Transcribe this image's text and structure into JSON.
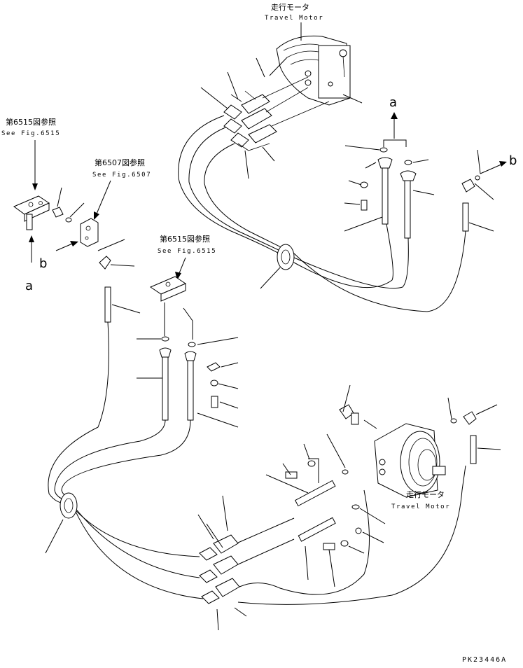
{
  "labels": {
    "motor_top_jp": "走行モータ",
    "motor_top_en": "Travel Motor",
    "motor_bottom_jp": "走行モータ",
    "motor_bottom_en": "Travel Motor",
    "ref_6515_a_jp": "第6515図参照",
    "ref_6515_a_en": "See Fig.6515",
    "ref_6507_jp": "第6507図参照",
    "ref_6507_en": "See Fig.6507",
    "ref_6515_b_jp": "第6515図参照",
    "ref_6515_b_en": "See Fig.6515",
    "arrow_a_top": "a",
    "arrow_b_top": "b",
    "arrow_a_left": "a",
    "arrow_b_left": "b",
    "drawing_code": "PK23446A"
  }
}
